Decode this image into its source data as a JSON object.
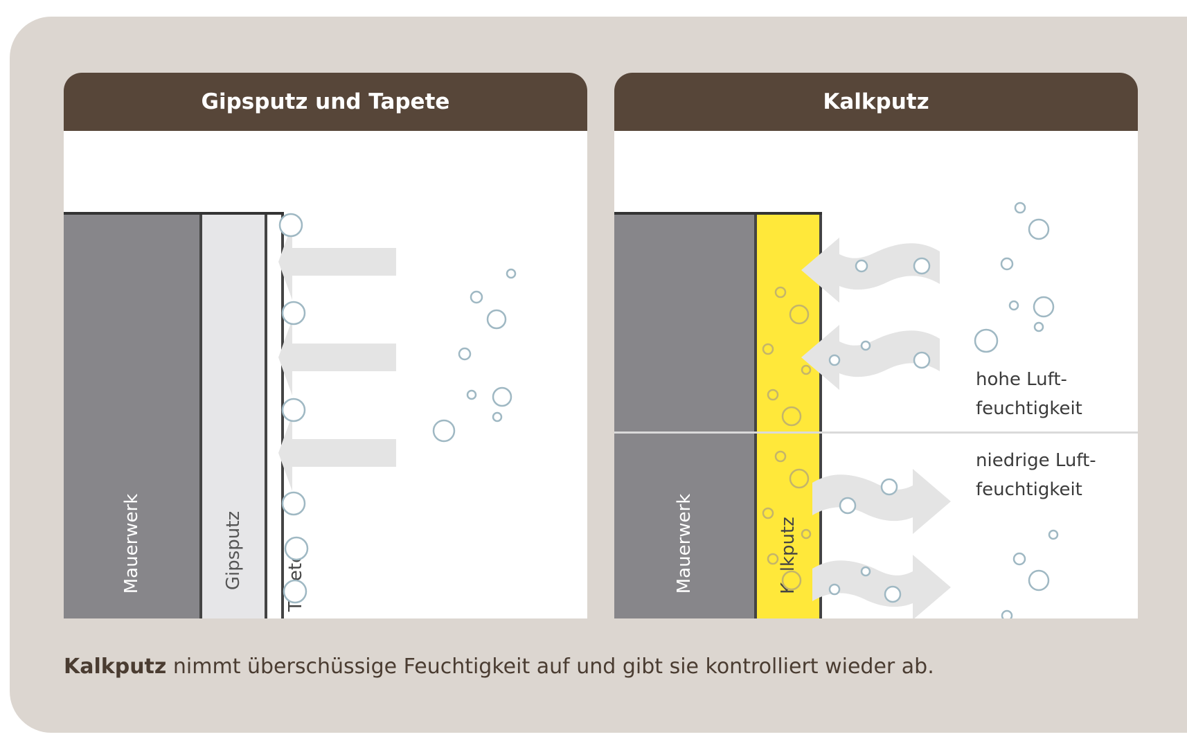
{
  "panels": {
    "left": {
      "title": "Gipsputz und Tapete",
      "layers": {
        "masonry": "Mauerwerk",
        "gypsum": "Gipsputz",
        "wallpaper": "Tapete"
      }
    },
    "right": {
      "title": "Kalkputz",
      "layers": {
        "masonry": "Mauerwerk",
        "lime": "Kalkputz"
      },
      "high_humidity": [
        "hohe Luft-",
        "feuchtigkeit"
      ],
      "low_humidity": [
        "niedrige Luft-",
        "feuchtigkeit"
      ]
    }
  },
  "caption": {
    "bold": "Kalkputz",
    "rest": " nimmt überschüssige Feuchtigkeit auf und gibt sie kontrolliert wieder ab."
  },
  "colors": {
    "header": "#574639",
    "masonry": "#87868a",
    "gypsum": "#e6e6e8",
    "lime": "#ffe83a",
    "card": "#dcd6d0",
    "arrow": "#e4e4e4"
  }
}
